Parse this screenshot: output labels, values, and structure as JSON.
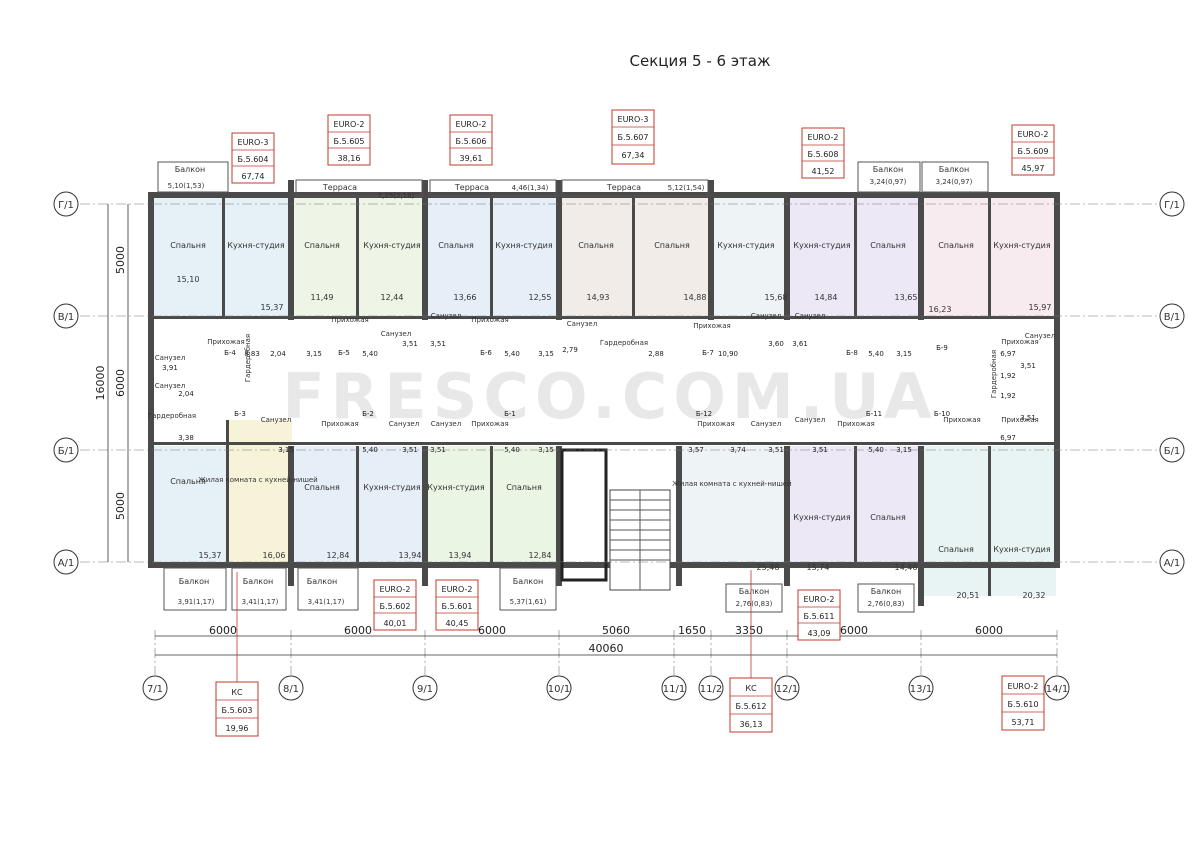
{
  "title": "Секция 5 - 6 этаж",
  "watermark": "FRESCO.COM.UA",
  "axes_v": [
    "7/1",
    "8/1",
    "9/1",
    "10/1",
    "11/1",
    "11/2",
    "12/1",
    "13/1",
    "14/1"
  ],
  "axes_h": [
    "Г/1",
    "В/1",
    "Б/1",
    "А/1"
  ],
  "dims_bottom": [
    "6000",
    "6000",
    "6000",
    "5060",
    "1650",
    "3350",
    "6000",
    "6000"
  ],
  "dim_total": "40060",
  "dims_left": [
    "5000",
    "6000",
    "5000"
  ],
  "dim_left_total": "16000",
  "tags": [
    {
      "type": "EURO-3",
      "code": "Б.5.604",
      "area": "67,74"
    },
    {
      "type": "EURO-2",
      "code": "Б.5.605",
      "area": "38,16"
    },
    {
      "type": "EURO-2",
      "code": "Б.5.606",
      "area": "39,61"
    },
    {
      "type": "EURO-3",
      "code": "Б.5.607",
      "area": "67,34"
    },
    {
      "type": "EURO-2",
      "code": "Б.5.608",
      "area": "41,52"
    },
    {
      "type": "EURO-2",
      "code": "Б.5.609",
      "area": "45,97"
    },
    {
      "type": "EURO-2",
      "code": "Б.5.602",
      "area": "40,01"
    },
    {
      "type": "EURO-2",
      "code": "Б.5.601",
      "area": "40,45"
    },
    {
      "type": "EURO-2",
      "code": "Б.5.611",
      "area": "43,09"
    },
    {
      "type": "КС",
      "code": "Б.5.603",
      "area": "19,96"
    },
    {
      "type": "КС",
      "code": "Б.5.612",
      "area": "36,13"
    },
    {
      "type": "EURO-2",
      "code": "Б.5.610",
      "area": "53,71"
    }
  ],
  "rooms": [
    {
      "name": "Кухня-студия",
      "area": "15,37"
    },
    {
      "name": "Спальня",
      "area": "15,10"
    },
    {
      "name": "Спальня",
      "area": "11,49"
    },
    {
      "name": "Кухня-студия",
      "area": "12,44"
    },
    {
      "name": "Спальня",
      "area": "13,66"
    },
    {
      "name": "Кухня-студия",
      "area": "12,55"
    },
    {
      "name": "Спальня",
      "area": "14,93"
    },
    {
      "name": "Спальня",
      "area": "14,88"
    },
    {
      "name": "Кухня-студия",
      "area": "15,68"
    },
    {
      "name": "Кухня-студия",
      "area": "14,84"
    },
    {
      "name": "Спальня",
      "area": "13,65"
    },
    {
      "name": "Спальня",
      "area": "16,23"
    },
    {
      "name": "Кухня-студия",
      "area": "15,97"
    },
    {
      "name": "Спальня",
      "area": "15,37"
    },
    {
      "name": "Жилая комната с кухней-нишей",
      "area": "16,06"
    },
    {
      "name": "Спальня",
      "area": "12,84"
    },
    {
      "name": "Кухня-студия",
      "area": "13,94"
    },
    {
      "name": "Кухня-студия",
      "area": "13,94"
    },
    {
      "name": "Спальня",
      "area": "12,84"
    },
    {
      "name": "Жилая комната с кухней-нишей",
      "area": "25,48"
    },
    {
      "name": "Кухня-студия",
      "area": "15,74"
    },
    {
      "name": "Спальня",
      "area": "14,46"
    },
    {
      "name": "Спальня",
      "area": "20,51"
    },
    {
      "name": "Кухня-студия",
      "area": "20,32"
    }
  ],
  "labels": {
    "terrace": "Терраса",
    "balcony": "Балкон",
    "hall": "Прихожая",
    "bath": "Санузел",
    "wardrobe": "Гардеробная"
  },
  "terrace_areas": [
    "7,25(2,18)",
    "4,46(1,34)",
    "5,12(1,54)"
  ],
  "balcony_areas": [
    "5,10(1,53)",
    "3,24(0,97)",
    "3,24(0,97)",
    "3,91(1,17)",
    "3,41(1,17)",
    "3,41(1,17)",
    "5,37(1,61)",
    "2,76(0,83)",
    "2,76(0,83)"
  ],
  "hall_codes": [
    "Б-4",
    "Б-5",
    "Б-6",
    "Б-7",
    "Б-8",
    "Б-9",
    "Б-3",
    "Б-2",
    "Б-1",
    "Б-12",
    "Б-11",
    "Б-10"
  ],
  "small_areas": [
    "8,83",
    "2,04",
    "3,15",
    "5,40",
    "3,51",
    "3,51",
    "5,40",
    "3,15",
    "2,79",
    "2,88",
    "10,90",
    "3,60",
    "3,61",
    "5,40",
    "3,15",
    "6,97",
    "3,51",
    "3,91",
    "2,04",
    "3,38",
    "1,92",
    "1,92",
    "3,51",
    "6,97",
    "3,15",
    "5,40",
    "3,51",
    "3,51",
    "5,40",
    "3,15",
    "3,57",
    "3,74",
    "3,51",
    "3,51",
    "5,40",
    "3,15"
  ]
}
